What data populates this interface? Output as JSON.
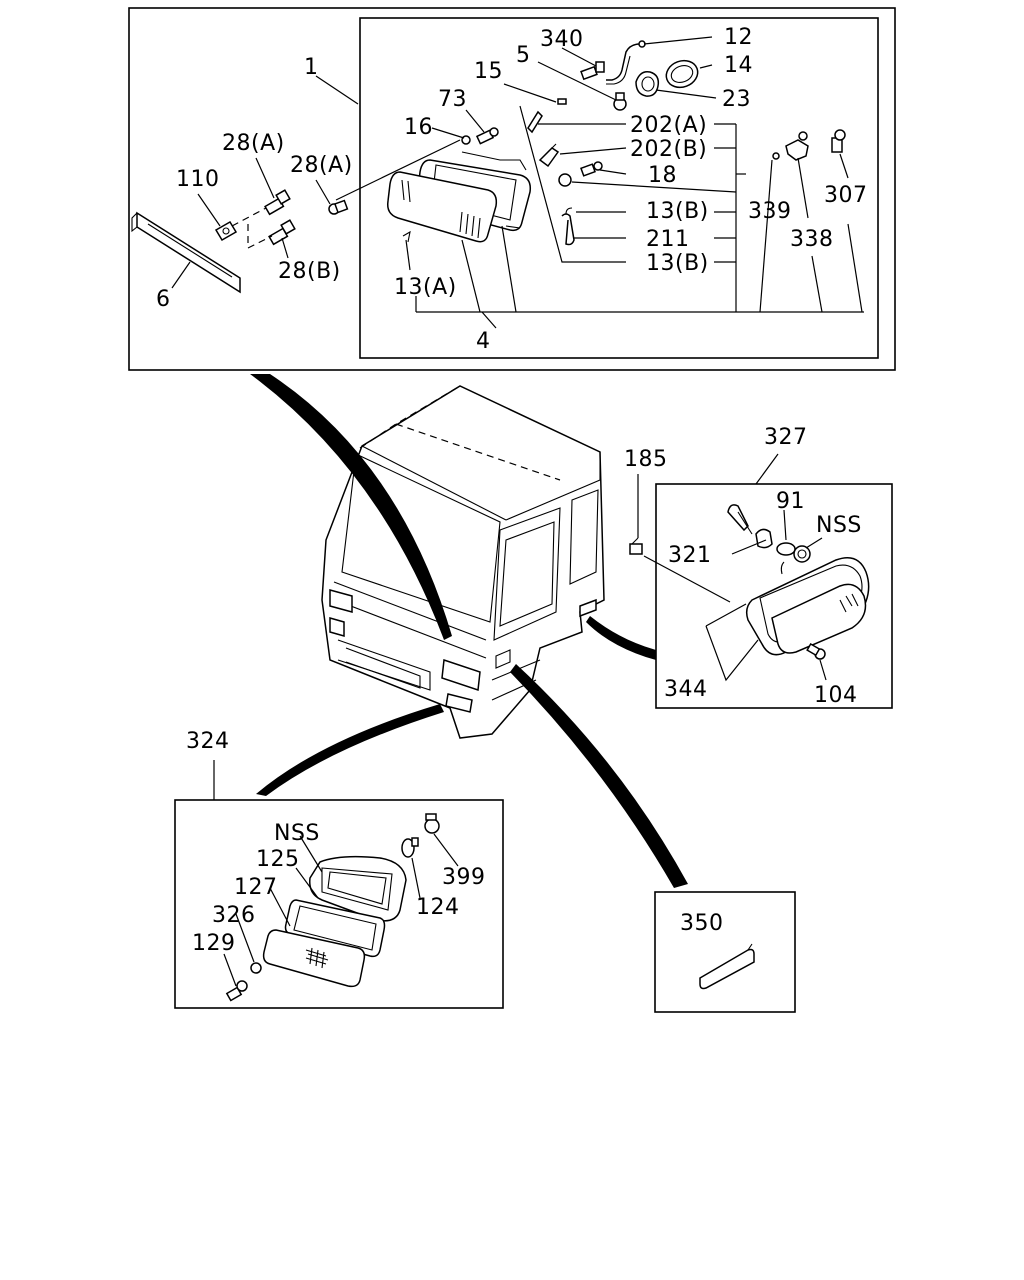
{
  "labels": {
    "top": {
      "l1": "1",
      "l340": "340",
      "l5": "5",
      "l12": "12",
      "l14": "14",
      "l15": "15",
      "l23": "23",
      "l73": "73",
      "l16": "16",
      "l202a": "202(A)",
      "l202b": "202(B)",
      "l18": "18",
      "l28a_1": "28(A)",
      "l28a_2": "28(A)",
      "l110": "110",
      "l13b_1": "13(B)",
      "l211": "211",
      "l13b_2": "13(B)",
      "l339": "339",
      "l338": "338",
      "l307": "307",
      "l28b": "28(B)",
      "l13a": "13(A)",
      "l6": "6",
      "l4": "4"
    },
    "right": {
      "l327": "327",
      "l185": "185",
      "l91": "91",
      "lnss": "NSS",
      "l321": "321",
      "l344": "344",
      "l104": "104"
    },
    "bottom": {
      "l324": "324",
      "lnss": "NSS",
      "l125": "125",
      "l127": "127",
      "l326": "326",
      "l129": "129",
      "l399": "399",
      "l124": "124"
    },
    "small": {
      "l350": "350"
    }
  }
}
